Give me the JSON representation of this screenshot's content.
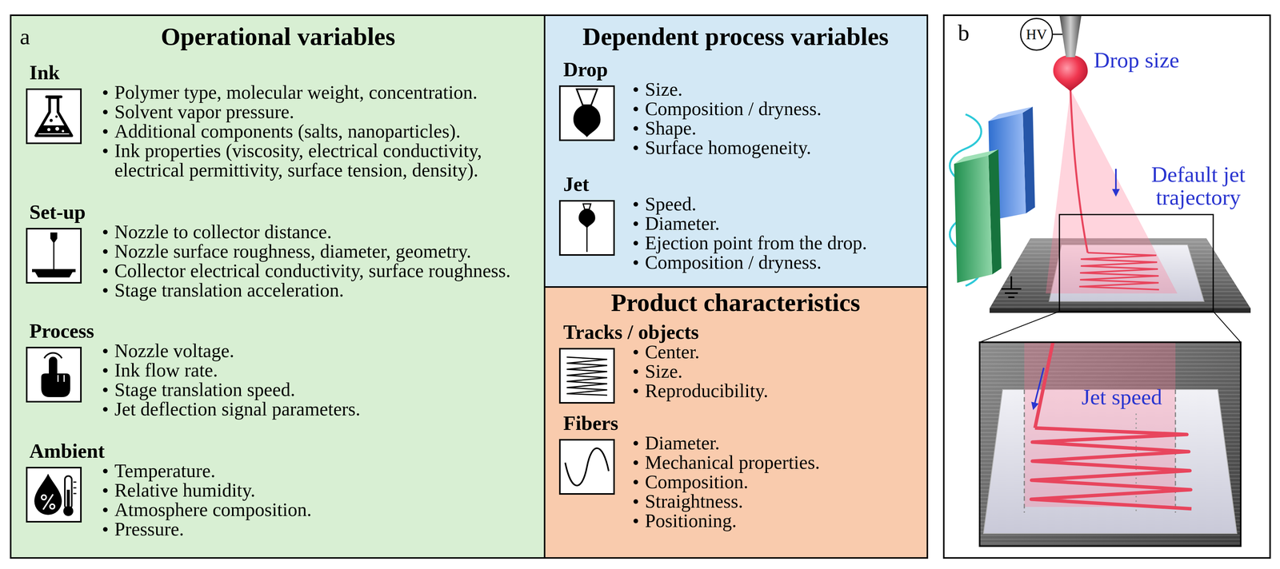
{
  "diagram": {
    "nodes": [
      {
        "text": [
          "a"
        ]
      },
      {
        "text": [
          "Operational variables"
        ],
        "in": 0
      },
      {
        "text": [
          "Ink",
          "Polymer type, molecular weight, concentration.",
          "Solvent vapor pressure.",
          "Additional components (salts, nanoparticles).",
          "Ink properties (viscosity, electrical conductivity, electrical permittivity, surface tension, density)."
        ],
        "in": 1
      },
      {
        "text": [
          "Set-up",
          "Nozzle to collector distance.",
          "Nozzle surface roughness, diameter, geometry.",
          "Collector electrical conductivity, surface roughness.",
          "Stage translation acceleration."
        ],
        "in": 1
      },
      {
        "text": [
          "Process",
          "Nozzle voltage.",
          "Ink flow rate.",
          "Stage translation speed.",
          "Jet deflection signal parameters."
        ],
        "in": 1
      },
      {
        "text": [
          "Ambient",
          "Temperature.",
          "Relative humidity.",
          "Atmosphere composition.",
          "Pressure."
        ],
        "in": 1
      },
      {
        "text": [
          "Dependent process variables"
        ],
        "in": 0
      },
      {
        "text": [
          "Drop",
          "Size.",
          "Composition / dryness.",
          "Shape.",
          "Surface homogeneity."
        ],
        "in": 6
      },
      {
        "text": [
          "Jet",
          "Speed.",
          "Diameter.",
          "Ejection point from the drop.",
          "Composition / dryness."
        ],
        "in": 6
      },
      {
        "text": [
          "Product characteristics"
        ],
        "in": 0
      },
      {
        "text": [
          "Tracks / objects",
          "Center.",
          "Size.",
          "Reproducibility."
        ],
        "in": 9
      },
      {
        "text": [
          "Fibers",
          "Diameter.",
          "Mechanical properties.",
          "Composition.",
          "Straightness.",
          "Positioning."
        ],
        "in": 9
      },
      {
        "text": [
          "b"
        ]
      },
      {
        "text": [
          "HV"
        ],
        "in": 12
      }
    ],
    "labels": [
      "Drop size",
      "Default jet trajectory",
      "Jet speed"
    ]
  }
}
